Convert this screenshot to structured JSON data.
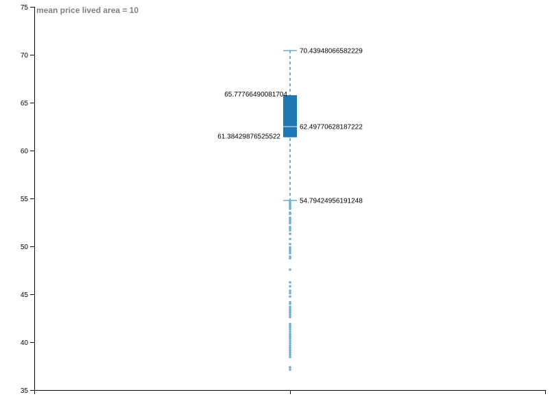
{
  "chart_data": {
    "type": "box",
    "title": "mean price lived area = 10",
    "xlabel": "",
    "ylabel": "",
    "ylim": [
      35,
      75
    ],
    "yticks": [
      35,
      40,
      45,
      50,
      55,
      60,
      65,
      70,
      75
    ],
    "grid": false,
    "box": {
      "max": 70.43948066582229,
      "q3": 65.77766490081704,
      "median": 62.49770628187222,
      "q1": 61.38429876525522,
      "min": 54.79424956191248,
      "max_label": "70.43948066582229",
      "q3_label": "65.77766490081704",
      "median_label": "62.49770628187222",
      "q1_label": "61.38429876525522",
      "min_label": "54.79424956191248"
    },
    "outliers": [
      54.64,
      54.48,
      54.29,
      54.09,
      53.93,
      53.52,
      53.38,
      52.98,
      52.81,
      52.62,
      52.43,
      52.02,
      51.86,
      51.67,
      51.31,
      50.76,
      50.24,
      49.88,
      49.71,
      49.52,
      49.29,
      48.93,
      48.76,
      47.57,
      46.24,
      45.83,
      45.36,
      45.12,
      44.76,
      44.17,
      44.0,
      43.69,
      43.45,
      43.29,
      43.1,
      42.86,
      42.62,
      41.9,
      41.71,
      41.55,
      41.31,
      41.07,
      40.83,
      40.6,
      40.36,
      40.12,
      39.88,
      39.64,
      39.4,
      39.17,
      38.93,
      38.69,
      38.45,
      37.38,
      37.14
    ],
    "colors": {
      "box": "#1f77b4",
      "whisker": "#6baed6",
      "median": "#9ecae1",
      "title": "#808080"
    }
  }
}
